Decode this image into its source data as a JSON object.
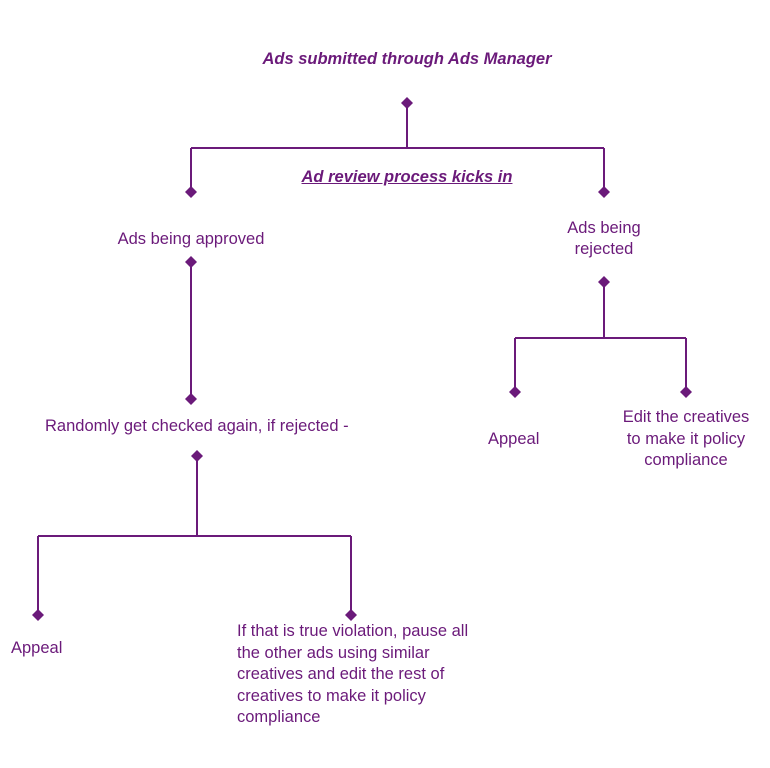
{
  "colors": {
    "ink": "#6b1a7a",
    "background": "#ffffff"
  },
  "diagram": {
    "title": "Ads submitted through Ads Manager",
    "subtitle": "Ad review process kicks in",
    "approved": "Ads being approved",
    "rejected_line1": "Ads being",
    "rejected_line2": "rejected",
    "recheck": "Randomly get checked again, if rejected  -",
    "appeal_left": "Appeal",
    "violation_lines": [
      "If that is true violation, pause all",
      "the other ads using similar",
      "creatives and edit the rest of",
      "creatives to make it policy",
      "compliance"
    ],
    "appeal_right": "Appeal",
    "edit_lines": [
      "Edit the creatives",
      "to make it policy",
      "compliance"
    ]
  }
}
